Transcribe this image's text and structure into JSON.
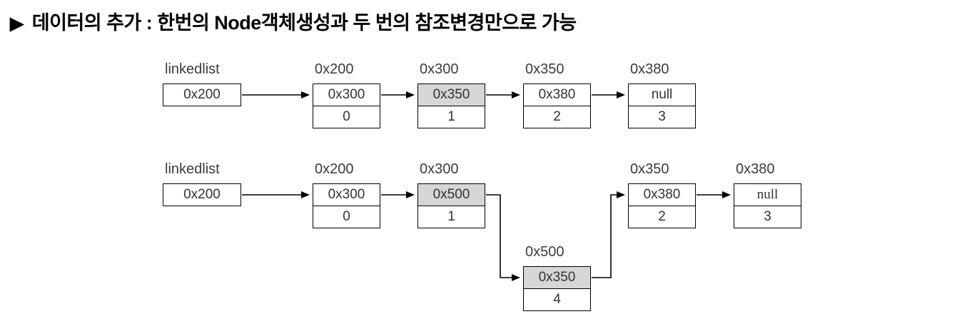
{
  "title": {
    "bullet": "▶",
    "text": "데이터의 추가 : 한번의 Node객체생성과 두 번의 참조변경만으로 가능"
  },
  "colors": {
    "highlight": "#d6d6d6",
    "border": "#000000"
  },
  "diagram_before": {
    "head": {
      "label": "linkedlist",
      "value": "0x200"
    },
    "nodes": [
      {
        "label": "0x200",
        "ref": "0x300",
        "data": "0"
      },
      {
        "label": "0x300",
        "ref": "0x350",
        "data": "1",
        "highlighted": true
      },
      {
        "label": "0x350",
        "ref": "0x380",
        "data": "2"
      },
      {
        "label": "0x380",
        "ref": "null",
        "data": "3"
      }
    ]
  },
  "diagram_after": {
    "head": {
      "label": "linkedlist",
      "value": "0x200"
    },
    "nodes": [
      {
        "label": "0x200",
        "ref": "0x300",
        "data": "0"
      },
      {
        "label": "0x300",
        "ref": "0x500",
        "data": "1",
        "highlighted": true
      },
      {
        "label": "0x350",
        "ref": "0x380",
        "data": "2"
      },
      {
        "label": "0x380",
        "ref": "null",
        "data": "3"
      }
    ],
    "inserted_node": {
      "label": "0x500",
      "ref": "0x350",
      "data": "4",
      "highlighted": true
    }
  }
}
